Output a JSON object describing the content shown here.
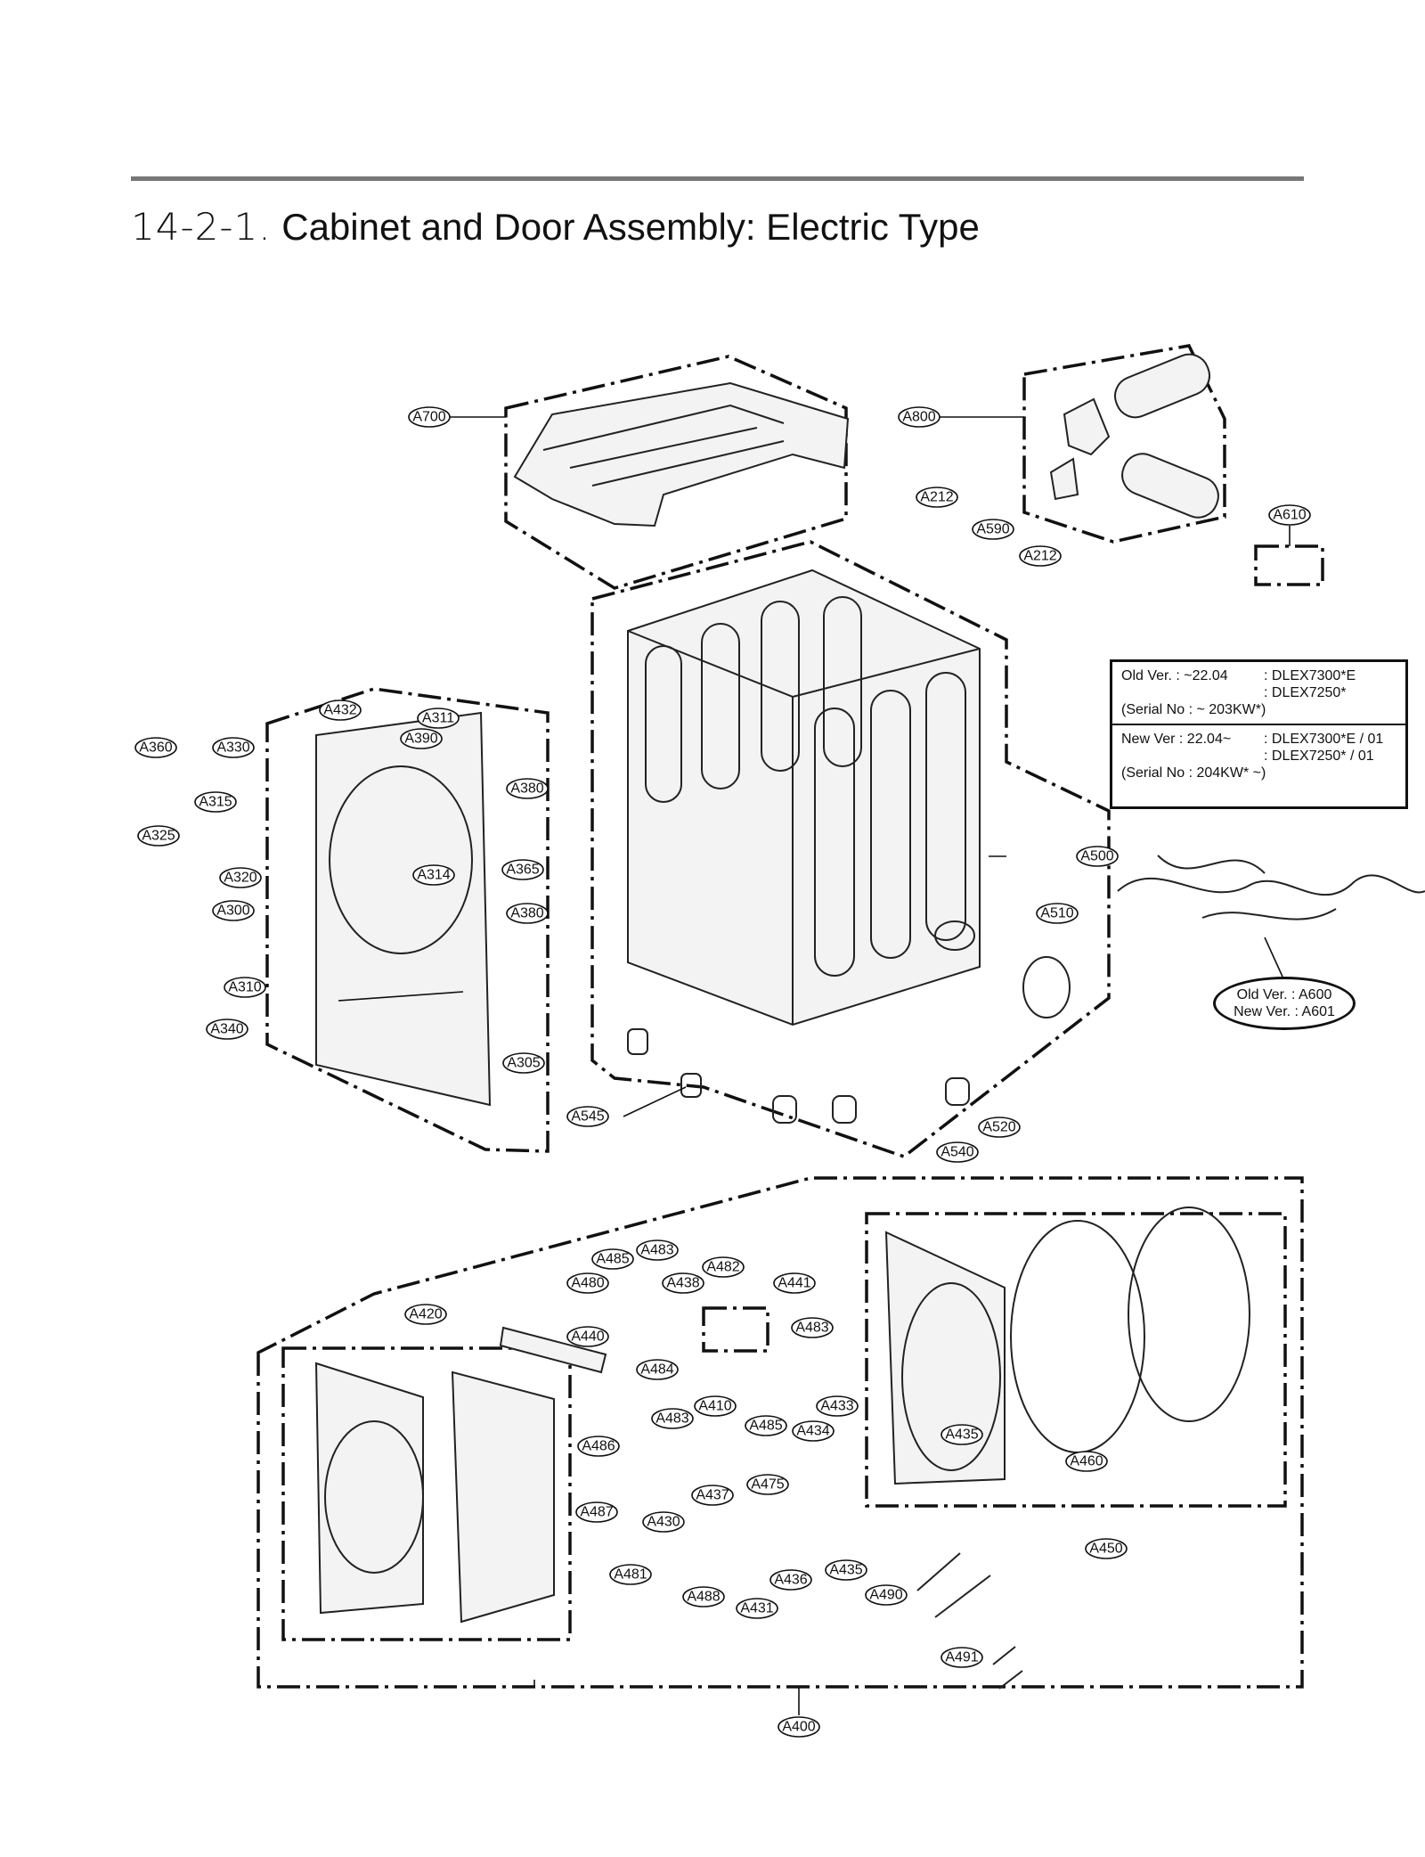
{
  "title": {
    "number": "14-2-1.",
    "text": "Cabinet and Door Assembly: Electric Type"
  },
  "version_box": {
    "old_line1_key": "Old Ver. : ~22.04",
    "old_line1_val": ": DLEX7300*E",
    "old_line2_val": ": DLEX7250*",
    "old_serial": "(Serial No : ~ 203KW*)",
    "new_line1_key": "New Ver : 22.04~",
    "new_line1_val": ": DLEX7300*E / 01",
    "new_line2_val": ": DLEX7250*   / 01",
    "new_serial": "(Serial No : 204KW* ~)"
  },
  "harness_versions": {
    "old": "Old  Ver. : A600",
    "new": "New Ver. : A601"
  },
  "callouts": [
    {
      "label": "A700"
    },
    {
      "label": "A800"
    },
    {
      "label": "A212"
    },
    {
      "label": "A590"
    },
    {
      "label": "A212"
    },
    {
      "label": "A610"
    },
    {
      "label": "A432"
    },
    {
      "label": "A311"
    },
    {
      "label": "A390"
    },
    {
      "label": "A360"
    },
    {
      "label": "A330"
    },
    {
      "label": "A315"
    },
    {
      "label": "A380"
    },
    {
      "label": "A325"
    },
    {
      "label": "A314"
    },
    {
      "label": "A365"
    },
    {
      "label": "A320"
    },
    {
      "label": "A300"
    },
    {
      "label": "A380"
    },
    {
      "label": "A310"
    },
    {
      "label": "A340"
    },
    {
      "label": "A305"
    },
    {
      "label": "A500"
    },
    {
      "label": "A510"
    },
    {
      "label": "A545"
    },
    {
      "label": "A520"
    },
    {
      "label": "A540"
    },
    {
      "label": "A485"
    },
    {
      "label": "A483"
    },
    {
      "label": "A482"
    },
    {
      "label": "A480"
    },
    {
      "label": "A438"
    },
    {
      "label": "A441"
    },
    {
      "label": "A420"
    },
    {
      "label": "A440"
    },
    {
      "label": "A483"
    },
    {
      "label": "A484"
    },
    {
      "label": "A410"
    },
    {
      "label": "A433"
    },
    {
      "label": "A485"
    },
    {
      "label": "A434"
    },
    {
      "label": "A483"
    },
    {
      "label": "A486"
    },
    {
      "label": "A475"
    },
    {
      "label": "A437"
    },
    {
      "label": "A487"
    },
    {
      "label": "A430"
    },
    {
      "label": "A481"
    },
    {
      "label": "A436"
    },
    {
      "label": "A435"
    },
    {
      "label": "A488"
    },
    {
      "label": "A431"
    },
    {
      "label": "A435"
    },
    {
      "label": "A460"
    },
    {
      "label": "A450"
    },
    {
      "label": "A490"
    },
    {
      "label": "A491"
    },
    {
      "label": "A400"
    }
  ]
}
